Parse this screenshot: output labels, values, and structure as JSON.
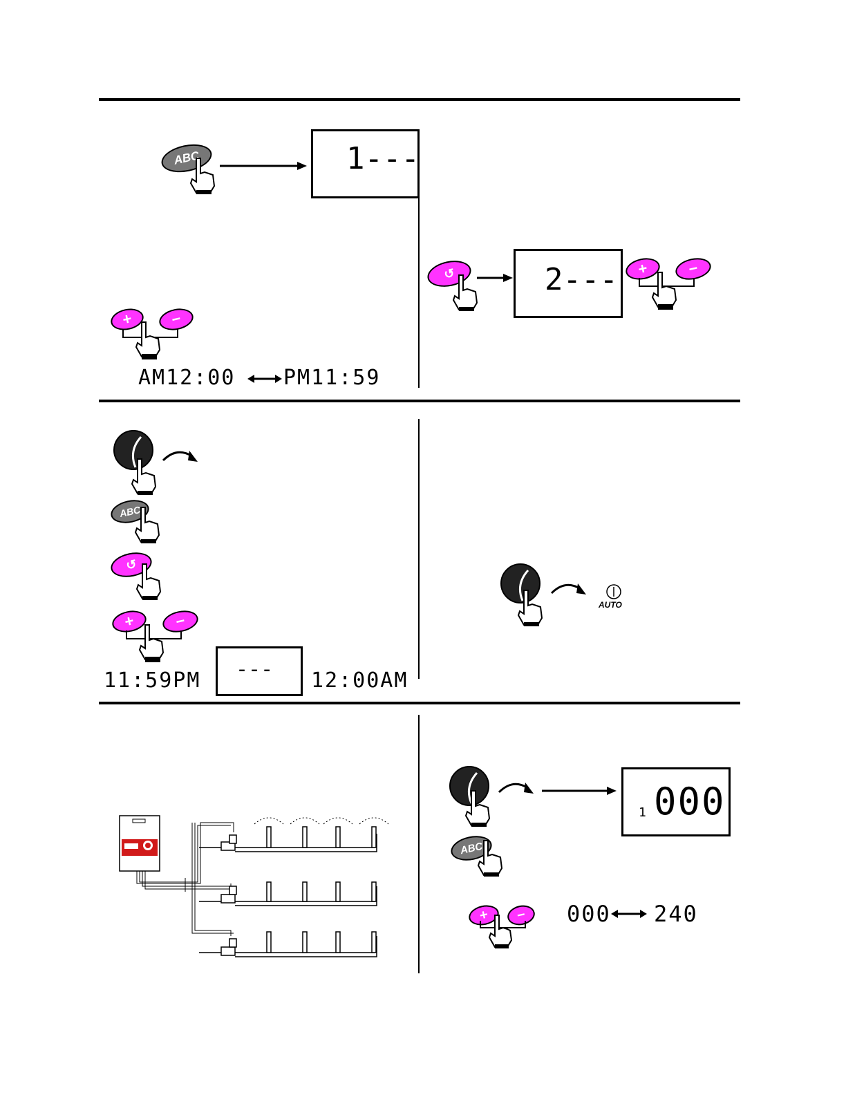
{
  "panel_tl": {
    "button_label": "ABC",
    "display": "1---",
    "range_start": "AM12:00",
    "range_end": "PM11:59"
  },
  "panel_tr": {
    "display": "2---"
  },
  "panel_ml": {
    "button_label": "ABC",
    "range_start": "11:59PM",
    "display": "---",
    "range_end": "12:00AM"
  },
  "panel_mr": {
    "auto_label": "AUTO"
  },
  "panel_br": {
    "button_label": "ABC",
    "display_zone": "1",
    "display_value": "000",
    "range_start": "000",
    "range_end": "240"
  },
  "colors": {
    "accent": "#ff33ff",
    "button_grey": "#777777",
    "dial": "#222222",
    "controller_red": "#d11a1a"
  }
}
